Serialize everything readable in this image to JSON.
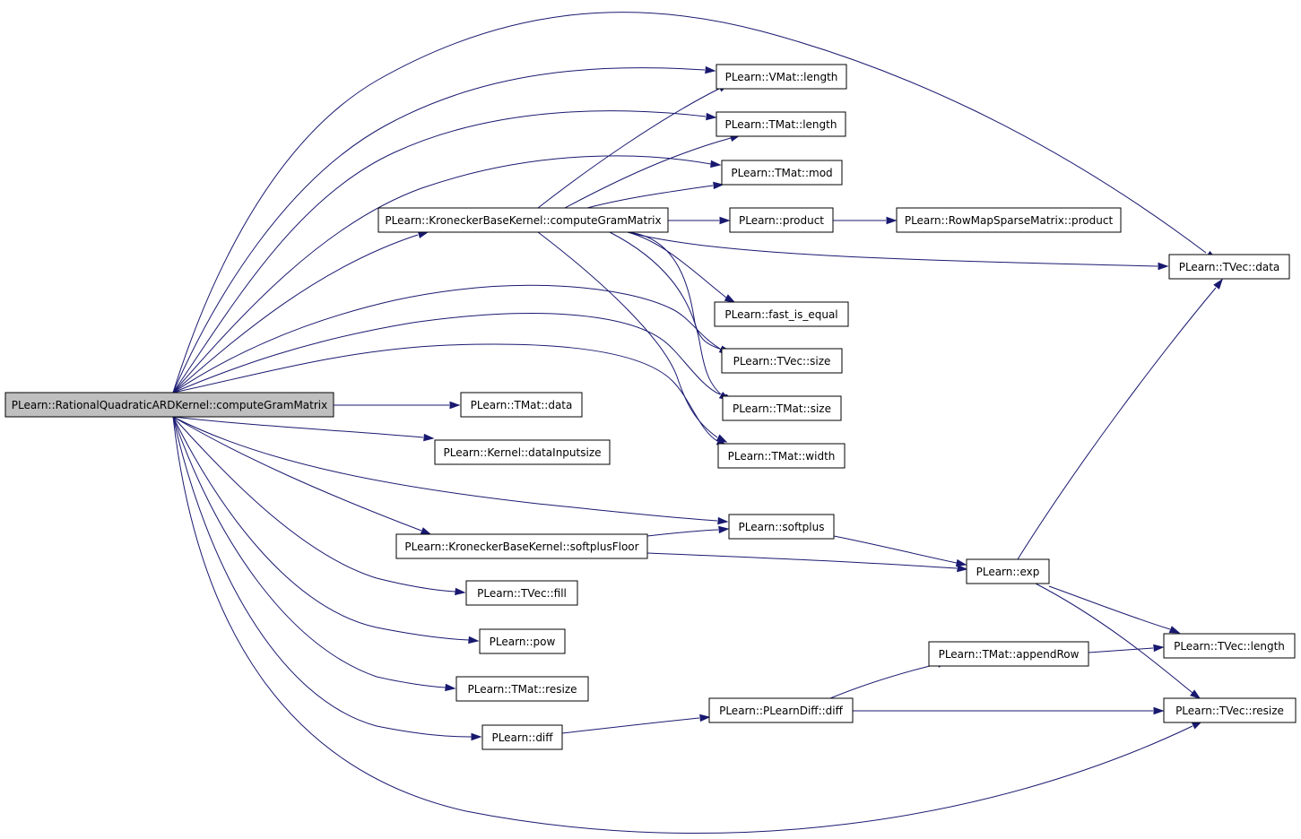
{
  "graph": {
    "edge_color": "#191970",
    "root_fill": "#bfbfbf",
    "node_fill": "#ffffff",
    "nodes": [
      {
        "id": "root",
        "label": "PLearn::RationalQuadraticARDKernel::computeGramMatrix",
        "root": true
      },
      {
        "id": "kbk_cgm",
        "label": "PLearn::KroneckerBaseKernel::computeGramMatrix"
      },
      {
        "id": "vmat_length",
        "label": "PLearn::VMat::length"
      },
      {
        "id": "tmat_length",
        "label": "PLearn::TMat::length"
      },
      {
        "id": "tmat_mod",
        "label": "PLearn::TMat::mod"
      },
      {
        "id": "product",
        "label": "PLearn::product"
      },
      {
        "id": "rmsm_product",
        "label": "PLearn::RowMapSparseMatrix::product"
      },
      {
        "id": "tvec_data",
        "label": "PLearn::TVec::data"
      },
      {
        "id": "fast_is_equal",
        "label": "PLearn::fast_is_equal"
      },
      {
        "id": "tvec_size",
        "label": "PLearn::TVec::size"
      },
      {
        "id": "tmat_size",
        "label": "PLearn::TMat::size"
      },
      {
        "id": "tmat_width",
        "label": "PLearn::TMat::width"
      },
      {
        "id": "tmat_data",
        "label": "PLearn::TMat::data"
      },
      {
        "id": "kernel_dis",
        "label": "PLearn::Kernel::dataInputsize"
      },
      {
        "id": "softplus",
        "label": "PLearn::softplus"
      },
      {
        "id": "kbk_spf",
        "label": "PLearn::KroneckerBaseKernel::softplusFloor"
      },
      {
        "id": "exp",
        "label": "PLearn::exp"
      },
      {
        "id": "tvec_fill",
        "label": "PLearn::TVec::fill"
      },
      {
        "id": "pow",
        "label": "PLearn::pow"
      },
      {
        "id": "tmat_resize",
        "label": "PLearn::TMat::resize"
      },
      {
        "id": "diff",
        "label": "PLearn::diff"
      },
      {
        "id": "pld_diff",
        "label": "PLearn::PLearnDiff::diff"
      },
      {
        "id": "tmat_appendrow",
        "label": "PLearn::TMat::appendRow"
      },
      {
        "id": "tvec_length",
        "label": "PLearn::TVec::length"
      },
      {
        "id": "tvec_resize",
        "label": "PLearn::TVec::resize"
      }
    ],
    "edges": [
      {
        "from": "root",
        "to": "tvec_data"
      },
      {
        "from": "root",
        "to": "vmat_length"
      },
      {
        "from": "root",
        "to": "tmat_length"
      },
      {
        "from": "root",
        "to": "tmat_mod"
      },
      {
        "from": "root",
        "to": "kbk_cgm"
      },
      {
        "from": "root",
        "to": "tvec_size"
      },
      {
        "from": "root",
        "to": "tmat_size"
      },
      {
        "from": "root",
        "to": "tmat_width"
      },
      {
        "from": "root",
        "to": "tmat_data"
      },
      {
        "from": "root",
        "to": "kernel_dis"
      },
      {
        "from": "root",
        "to": "softplus"
      },
      {
        "from": "root",
        "to": "kbk_spf"
      },
      {
        "from": "root",
        "to": "tvec_fill"
      },
      {
        "from": "root",
        "to": "pow"
      },
      {
        "from": "root",
        "to": "tmat_resize"
      },
      {
        "from": "root",
        "to": "diff"
      },
      {
        "from": "root",
        "to": "tvec_resize"
      },
      {
        "from": "kbk_cgm",
        "to": "vmat_length"
      },
      {
        "from": "kbk_cgm",
        "to": "tmat_length"
      },
      {
        "from": "kbk_cgm",
        "to": "tmat_mod"
      },
      {
        "from": "kbk_cgm",
        "to": "product"
      },
      {
        "from": "kbk_cgm",
        "to": "tvec_data"
      },
      {
        "from": "kbk_cgm",
        "to": "fast_is_equal"
      },
      {
        "from": "kbk_cgm",
        "to": "tvec_size"
      },
      {
        "from": "kbk_cgm",
        "to": "tmat_size"
      },
      {
        "from": "kbk_cgm",
        "to": "tmat_width"
      },
      {
        "from": "product",
        "to": "rmsm_product"
      },
      {
        "from": "kbk_spf",
        "to": "softplus"
      },
      {
        "from": "kbk_spf",
        "to": "exp"
      },
      {
        "from": "softplus",
        "to": "exp"
      },
      {
        "from": "exp",
        "to": "tvec_data"
      },
      {
        "from": "exp",
        "to": "tvec_length"
      },
      {
        "from": "exp",
        "to": "tvec_resize"
      },
      {
        "from": "diff",
        "to": "pld_diff"
      },
      {
        "from": "pld_diff",
        "to": "tmat_appendrow"
      },
      {
        "from": "pld_diff",
        "to": "tvec_resize"
      },
      {
        "from": "tmat_appendrow",
        "to": "tvec_length"
      }
    ]
  }
}
